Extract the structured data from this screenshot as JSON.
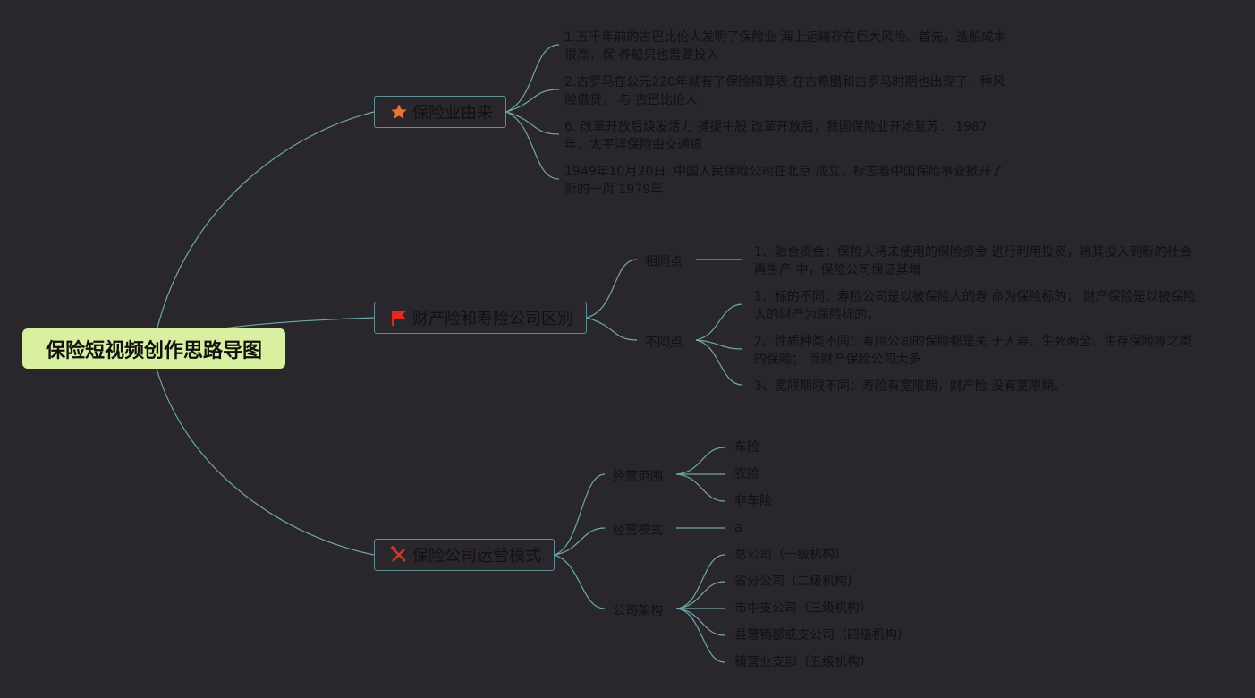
{
  "root": {
    "title": "保险短视频创作思路导图"
  },
  "branches": [
    {
      "label": "保险业由来",
      "icon": "star-icon",
      "notes": [
        "1.五千年前的古巴比伦人发明了保险业 海上运输存在巨大风险。首先，造船成本很高，保 养船只也需要投入",
        "2.古罗马在公元220年就有了保险精算表 在古希腊和古罗马时期也出现了一种风险借贷， 与 古巴比伦人",
        "6. 改革开放后焕发活力 捕捉牛股 改革开放后，我国保险业开始复苏： 1987年，太平洋保险由交通银",
        "1949年10月20日. 中国人民保险公司在北京 成立，标志着中国保险事业掀开了新的一页 1979年"
      ]
    },
    {
      "label": "财产险和寿险公司区别",
      "icon": "flag-icon",
      "groups": [
        {
          "label": "相同点",
          "items": [
            "1、融合资金：保险人将未使用的保险资金 进行利用投资，将其投入到新的社会再生产 中，保险公司保证其增"
          ]
        },
        {
          "label": "不同点",
          "items": [
            "1、标的不同：寿险公司是以被保险人的寿 命为保险标的； 财产保险是以被保险人的财产为保险标的；",
            "2、性质种类不同：寿险公司的保险都是关 于人寿、生死两全、生存保险等之类的保险； 而财产保险公司大多",
            "3、宽限期限不同：寿险有宽限期，财产险 没有宽限期。"
          ]
        }
      ]
    },
    {
      "label": "保险公司运营模式",
      "icon": "tools-icon",
      "groups": [
        {
          "label": "经营范围",
          "items": [
            "车险",
            "农险",
            "非车险"
          ]
        },
        {
          "label": "经营模式",
          "items": [
            "a"
          ]
        },
        {
          "label": "公司架构",
          "items": [
            "总公司（一级机构）",
            "省分公司（二级机构）",
            "市中支公司（三级机构）",
            "县营销部或支公司（四级机构）",
            "镇营业支部（五级机构）"
          ]
        }
      ]
    }
  ],
  "colors": {
    "background": "#2a272c",
    "root_fill": "#d8f0a0",
    "connector": "#6fa7a8",
    "node_border": "#5d8f95",
    "star": "#e8743b",
    "flag": "#e02a20",
    "tools": "#d9342b"
  }
}
